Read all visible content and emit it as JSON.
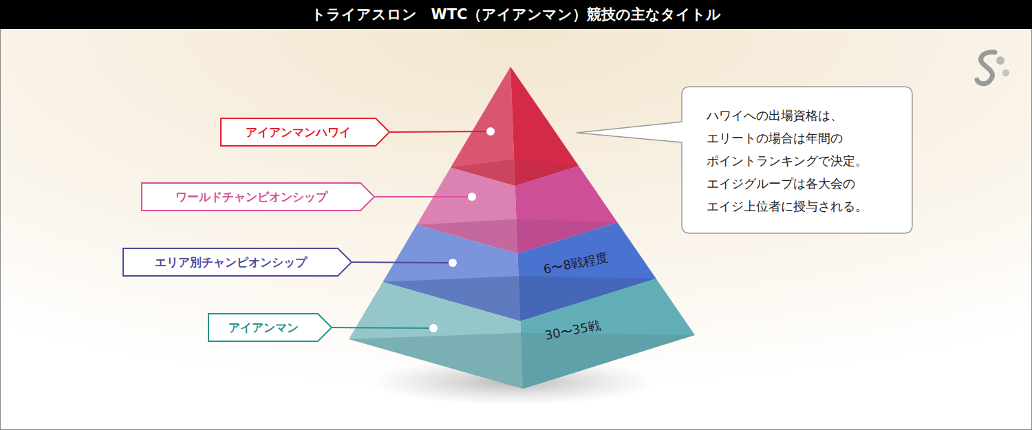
{
  "diagram": {
    "title": "トライアスロン　WTC（アイアンマン）競技の主なタイトル",
    "nodes": [
      {
        "text": [
          "アイアンマンハワイ"
        ]
      },
      {
        "text": [
          "ハワイへの出場資格は、 エリートの場合は年間の ポイントランキングで決定。 エイジグループは各大会の エイジ上位者に授与される。"
        ]
      },
      {
        "text": [
          "ワールドチャンピオンシップ"
        ]
      },
      {
        "text": [
          "エリア別チャンピオンシップ"
        ]
      },
      {
        "text": [
          "アイアンマン"
        ]
      }
    ],
    "labels": [
      "6〜8戦程度",
      "30〜35戦"
    ]
  }
}
